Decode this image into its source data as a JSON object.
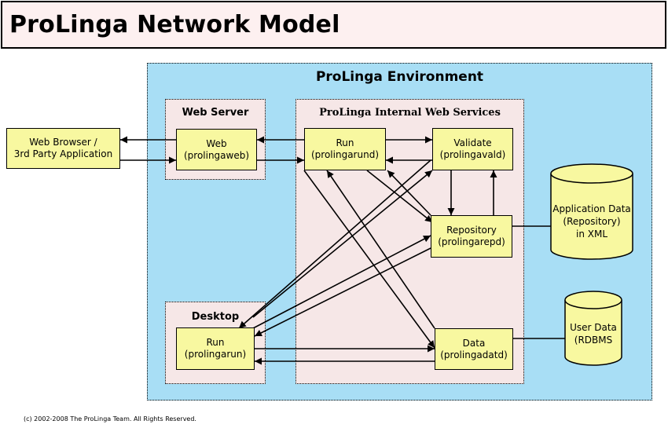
{
  "title": "ProLinga Network Model",
  "environment": {
    "title": "ProLinga Environment"
  },
  "groups": {
    "web_server": "Web Server",
    "internal_services": "ProLinga Internal Web Services",
    "desktop": "Desktop"
  },
  "nodes": {
    "browser": [
      "Web Browser /",
      "3rd Party Application"
    ],
    "web": [
      "Web",
      "(prolingaweb)"
    ],
    "run_server": [
      "Run",
      "(prolingarund)"
    ],
    "validate": [
      "Validate",
      "(prolingavald)"
    ],
    "repository": [
      "Repository",
      "(prolingarepd)"
    ],
    "data": [
      "Data",
      "(prolingadatd)"
    ],
    "run_desktop": [
      "Run",
      "(prolingarun)"
    ]
  },
  "databases": {
    "app_data": [
      "Application Data",
      "(Repository)",
      "in XML"
    ],
    "user_data": [
      "User Data",
      "(RDBMS"
    ]
  },
  "footer": "(c) 2002-2008 The ProLinga Team. All Rights Reserved.",
  "colors": {
    "environment": "#a8def5",
    "group": "#f6e7e7",
    "node": "#f8f8a0",
    "title_bar": "#fdf0f0"
  }
}
